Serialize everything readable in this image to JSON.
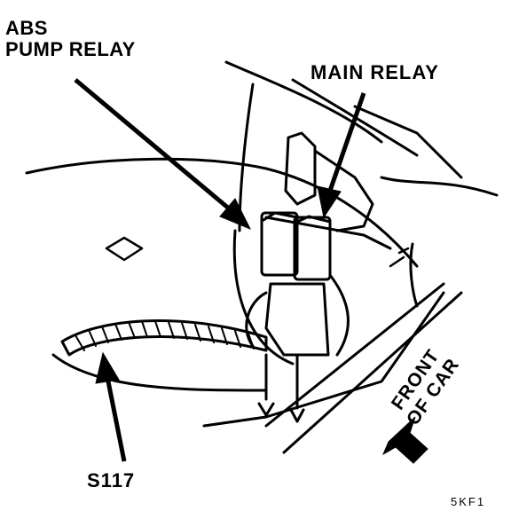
{
  "labels": {
    "abs_pump_relay_line1": "ABS",
    "abs_pump_relay_line2": "PUMP RELAY",
    "main_relay": "MAIN RELAY",
    "s117": "S117",
    "front_of_car_line1": "FRONT",
    "front_of_car_line2": "OF CAR",
    "figure_code": "5KF1"
  },
  "colors": {
    "ink": "#000000",
    "paper": "#ffffff"
  }
}
